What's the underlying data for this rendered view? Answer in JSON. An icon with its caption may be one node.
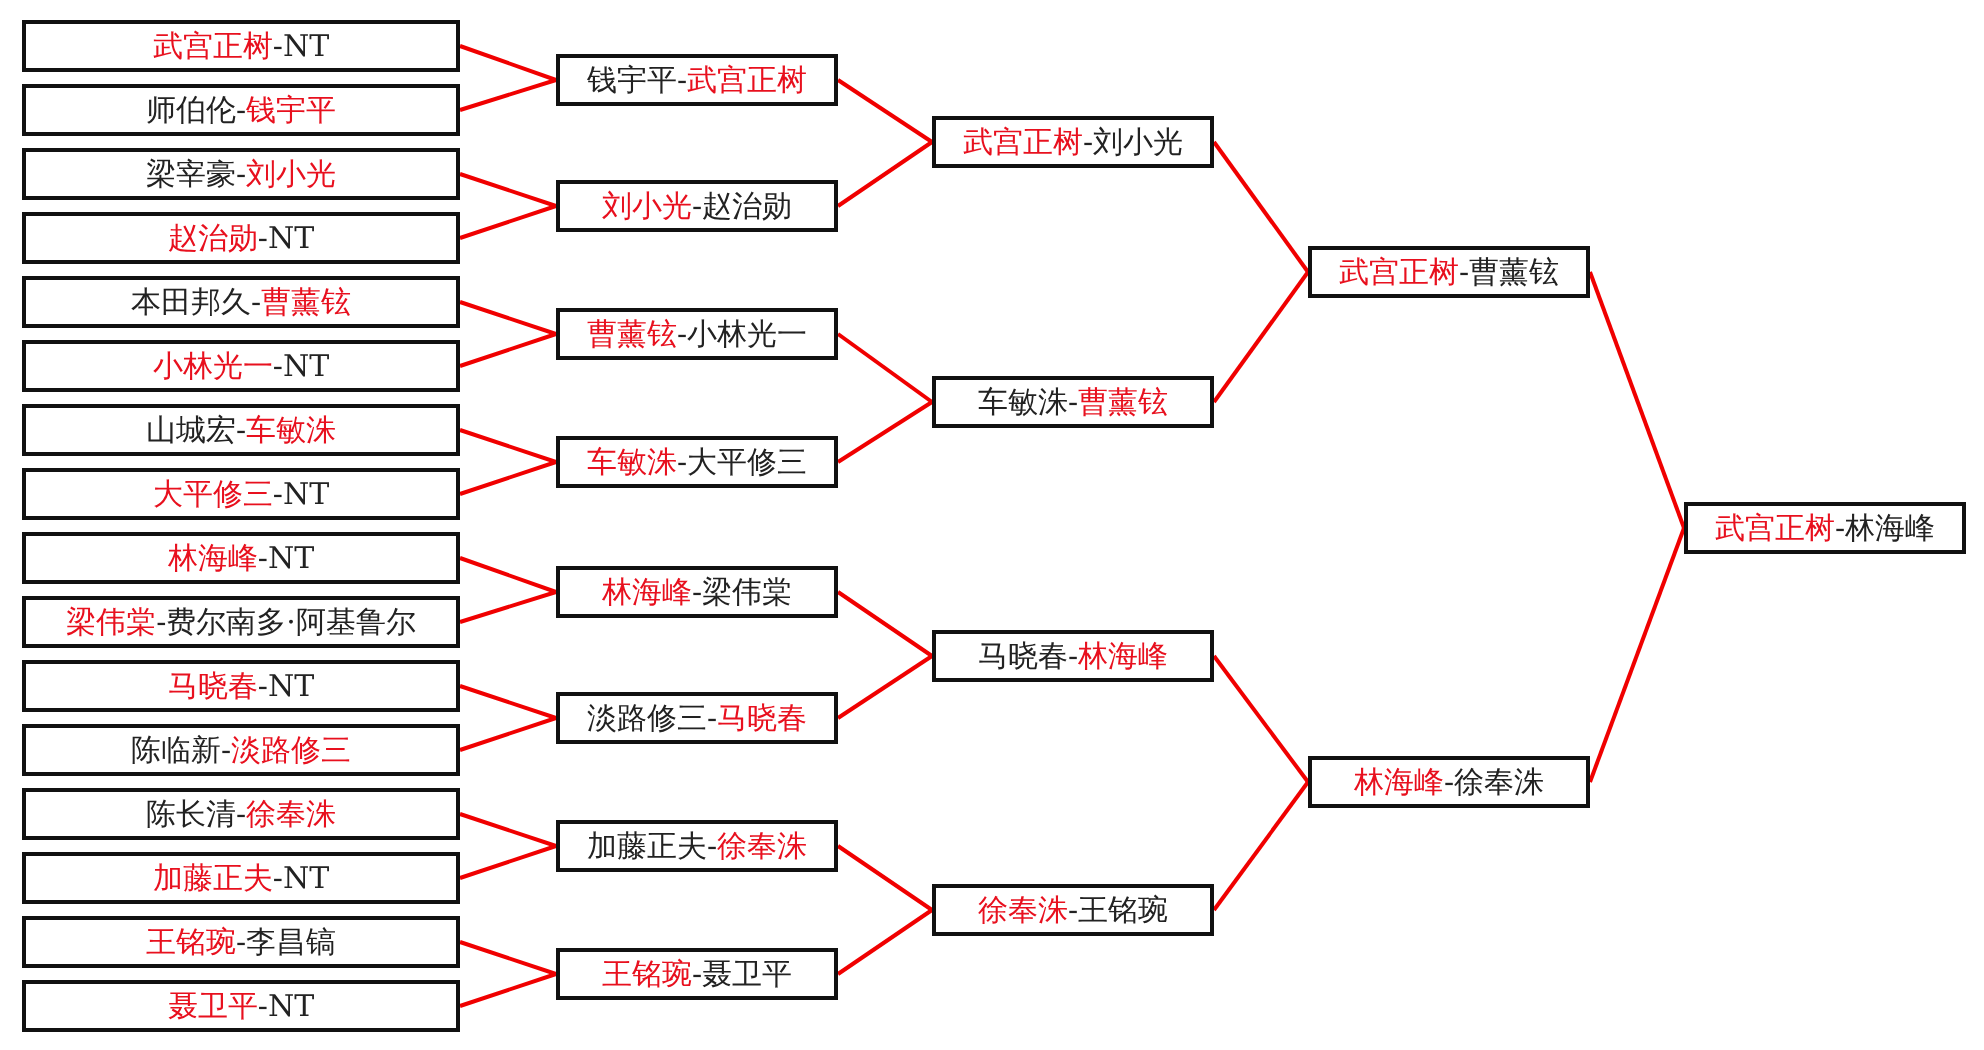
{
  "diagram": {
    "nodes": [
      {
        "text": [
          "**武宫正树**-NT"
        ]
      },
      {
        "text": [
          "师伯伦-**钱宇平**"
        ]
      },
      {
        "text": [
          "梁宰豪-**刘小光**"
        ]
      },
      {
        "text": [
          "**赵治勋**-NT"
        ]
      },
      {
        "text": [
          "本田邦久-**曹薰铉**"
        ]
      },
      {
        "text": [
          "**小林光一**-NT"
        ]
      },
      {
        "text": [
          "山城宏-**车敏洙**"
        ]
      },
      {
        "text": [
          "**大平修三**-NT"
        ]
      },
      {
        "text": [
          "**林海峰**-NT"
        ]
      },
      {
        "text": [
          "**梁伟棠**-费尔南多·阿基鲁尔"
        ]
      },
      {
        "text": [
          "**马晓春**-NT"
        ]
      },
      {
        "text": [
          "陈临新-**淡路修三**"
        ]
      },
      {
        "text": [
          "陈长清-**徐奉洙**"
        ]
      },
      {
        "text": [
          "**加藤正夫**-NT"
        ]
      },
      {
        "text": [
          "**王铭琬**-李昌镐"
        ]
      },
      {
        "text": [
          "**聂卫平**-NT"
        ]
      },
      {
        "text": [
          "钱宇平-**武宫正树**"
        ]
      },
      {
        "text": [
          "**刘小光**-赵治勋"
        ]
      },
      {
        "text": [
          "**曹薰铉**-小林光一"
        ]
      },
      {
        "text": [
          "**车敏洙**-大平修三"
        ]
      },
      {
        "text": [
          "**林海峰**-梁伟棠"
        ]
      },
      {
        "text": [
          "淡路修三-**马晓春**"
        ]
      },
      {
        "text": [
          "加藤正夫-**徐奉洙**"
        ]
      },
      {
        "text": [
          "**王铭琬**-聂卫平"
        ]
      },
      {
        "text": [
          "**武宫正树**-刘小光"
        ]
      },
      {
        "text": [
          "车敏洙-**曹薰铉**"
        ]
      },
      {
        "text": [
          "马晓春-**林海峰**"
        ]
      },
      {
        "text": [
          "**徐奉洙**-王铭琬"
        ]
      },
      {
        "text": [
          "**武宫正树**-曹薰铉"
        ]
      },
      {
        "text": [
          "**林海峰**-徐奉洙"
        ]
      },
      {
        "text": [
          "**武宫正树**-林海峰"
        ]
      }
    ],
    "edges": [
      {
        "from": 0,
        "to": 16,
        "arrow": "none"
      },
      {
        "from": 1,
        "to": 16,
        "arrow": "none"
      },
      {
        "from": 2,
        "to": 17,
        "arrow": "none"
      },
      {
        "from": 3,
        "to": 17,
        "arrow": "none"
      },
      {
        "from": 4,
        "to": 18,
        "arrow": "none"
      },
      {
        "from": 5,
        "to": 18,
        "arrow": "none"
      },
      {
        "from": 6,
        "to": 19,
        "arrow": "none"
      },
      {
        "from": 7,
        "to": 19,
        "arrow": "none"
      },
      {
        "from": 8,
        "to": 20,
        "arrow": "none"
      },
      {
        "from": 9,
        "to": 20,
        "arrow": "none"
      },
      {
        "from": 10,
        "to": 21,
        "arrow": "none"
      },
      {
        "from": 11,
        "to": 21,
        "arrow": "none"
      },
      {
        "from": 12,
        "to": 22,
        "arrow": "none"
      },
      {
        "from": 13,
        "to": 22,
        "arrow": "none"
      },
      {
        "from": 14,
        "to": 23,
        "arrow": "none"
      },
      {
        "from": 15,
        "to": 23,
        "arrow": "none"
      },
      {
        "from": 16,
        "to": 24,
        "arrow": "none"
      },
      {
        "from": 17,
        "to": 24,
        "arrow": "none"
      },
      {
        "from": 18,
        "to": 25,
        "arrow": "none"
      },
      {
        "from": 19,
        "to": 25,
        "arrow": "none"
      },
      {
        "from": 20,
        "to": 26,
        "arrow": "none"
      },
      {
        "from": 21,
        "to": 26,
        "arrow": "none"
      },
      {
        "from": 22,
        "to": 27,
        "arrow": "none"
      },
      {
        "from": 23,
        "to": 27,
        "arrow": "none"
      },
      {
        "from": 24,
        "to": 28,
        "arrow": "none"
      },
      {
        "from": 25,
        "to": 28,
        "arrow": "none"
      },
      {
        "from": 26,
        "to": 29,
        "arrow": "none"
      },
      {
        "from": 27,
        "to": 29,
        "arrow": "none"
      },
      {
        "from": 28,
        "to": 30,
        "arrow": "none"
      },
      {
        "from": 29,
        "to": 30,
        "arrow": "none"
      }
    ]
  }
}
